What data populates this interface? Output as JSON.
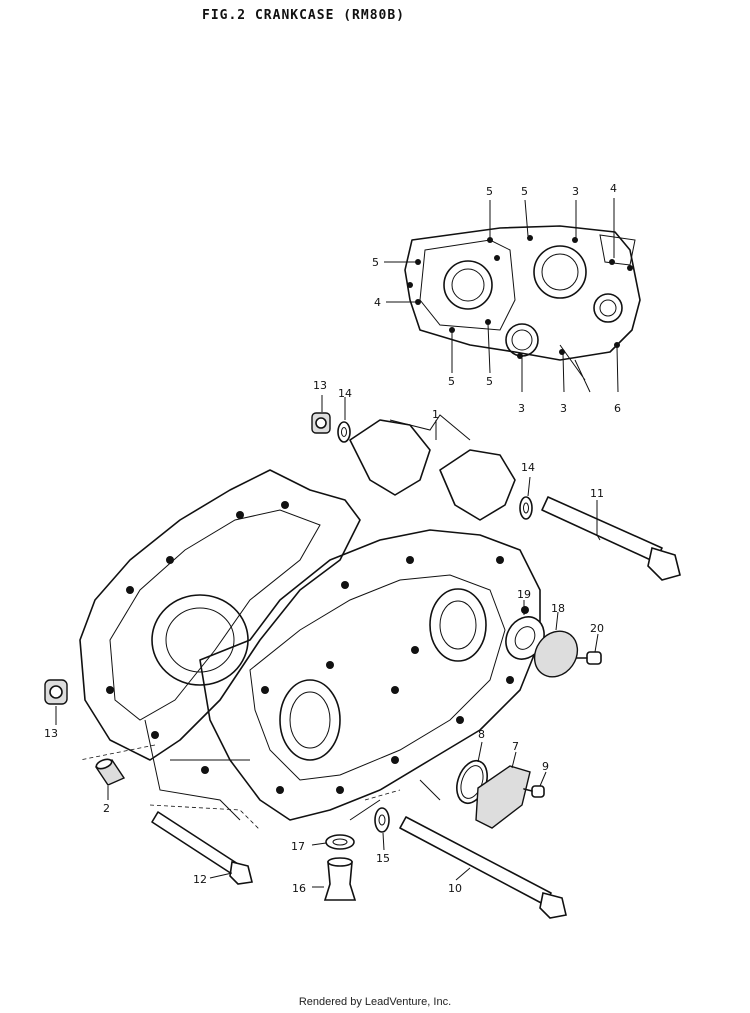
{
  "header": {
    "title": "FIG.2  CRANKCASE (RM80B)"
  },
  "footer": {
    "text": "Rendered by LeadVenture, Inc."
  },
  "callouts": {
    "c1": "1",
    "c2": "2",
    "c3a": "3",
    "c3b": "3",
    "c3c": "3",
    "c4a": "4",
    "c4b": "4",
    "c5a": "5",
    "c5b": "5",
    "c5c": "5",
    "c5d": "5",
    "c5e": "5",
    "c6": "6",
    "c7": "7",
    "c8": "8",
    "c9": "9",
    "c10": "10",
    "c11": "11",
    "c12": "12",
    "c13a": "13",
    "c13b": "13",
    "c14a": "14",
    "c14b": "14",
    "c15": "15",
    "c16": "16",
    "c17": "17",
    "c18": "18",
    "c19": "19",
    "c20": "20"
  }
}
